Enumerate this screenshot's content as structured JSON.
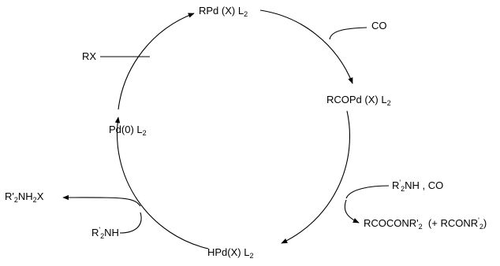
{
  "labels": {
    "rpd_x_l2": {
      "main": "RPd (X) L",
      "sub": "2"
    },
    "co_top": "CO",
    "rcopd_x_l2": {
      "main": "RCOPd (X) L",
      "sub": "2"
    },
    "amine_co_r": "R",
    "amine_co_prime": "'",
    "amine_co_sub": "2",
    "amine_co_rest": "NH ,  CO",
    "product_a": {
      "main": "RCOCONR'",
      "sub": "2"
    },
    "product_b_open": "(+  RCONR",
    "product_b_prime": "'",
    "product_b_sub": "2",
    "product_b_close": ")",
    "hpd_x_l2": {
      "main": "HPd(X) L",
      "sub": "2"
    },
    "amine_bottom_r": "R",
    "amine_bottom_prime": "'",
    "amine_bottom_sub": "2",
    "amine_bottom_rest": "NH",
    "salt": {
      "r": "R'",
      "sub1": "2",
      "mid": "NH",
      "sub2": "2",
      "end": "X"
    },
    "pd0_l2": {
      "main": "Pd(0) L",
      "sub": "2"
    },
    "rx": "RX"
  },
  "colors": {
    "ink": "#000000",
    "background": "#ffffff"
  }
}
